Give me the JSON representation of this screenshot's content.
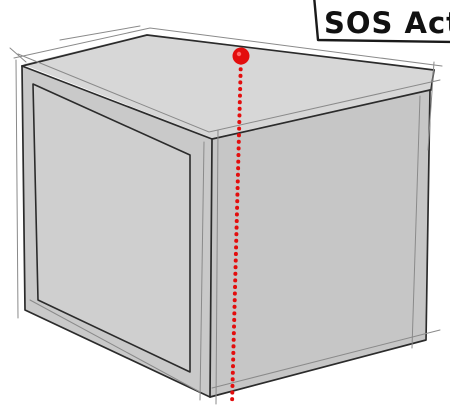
{
  "callout": {
    "text": "SOS Act"
  },
  "colors": {
    "background": "#ffffff",
    "cube_top": "#d7d7d7",
    "cube_left": "#c9c9c9",
    "cube_right": "#c6c6c6",
    "cube_inset": "#cfcfcf",
    "outline": "#2b2b2b",
    "sketch_line": "#8a8a8a",
    "marker": "#e30d0d"
  },
  "icons": {
    "marker": "red-dot-marker",
    "line": "dotted-vertical-line"
  }
}
